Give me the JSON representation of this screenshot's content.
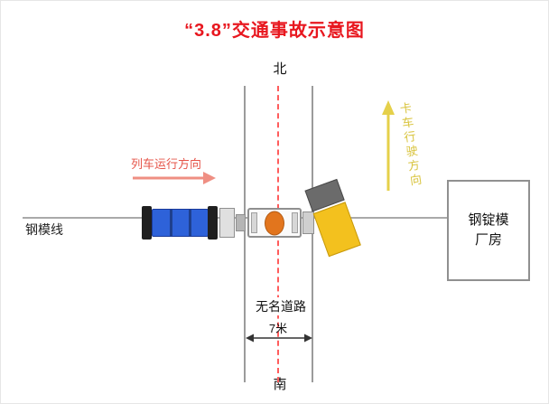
{
  "title": "“3.8”交通事故示意图",
  "compass": {
    "north": "北",
    "south": "南"
  },
  "labels": {
    "rail_line": "钢模线",
    "train_direction": "列车运行方向",
    "truck_direction": "卡车行驶方向",
    "road_name": "无名道路",
    "road_width": "7米",
    "factory": "钢锭模\n厂房"
  },
  "colors": {
    "title_red": "#e8171f",
    "train_label_red": "#e6554a",
    "train_arrow_red": "#ef8f83",
    "train_blue": "#2e62d9",
    "truck_yellow": "#f3c11e",
    "truck_cab_gray": "#6b6b6b",
    "cargo_orange": "#e2751d",
    "truck_arrow_yellow": "#e5d04a",
    "truck_label_yellow": "#d9c43e",
    "road_centerline_red": "#ff5c5c"
  }
}
